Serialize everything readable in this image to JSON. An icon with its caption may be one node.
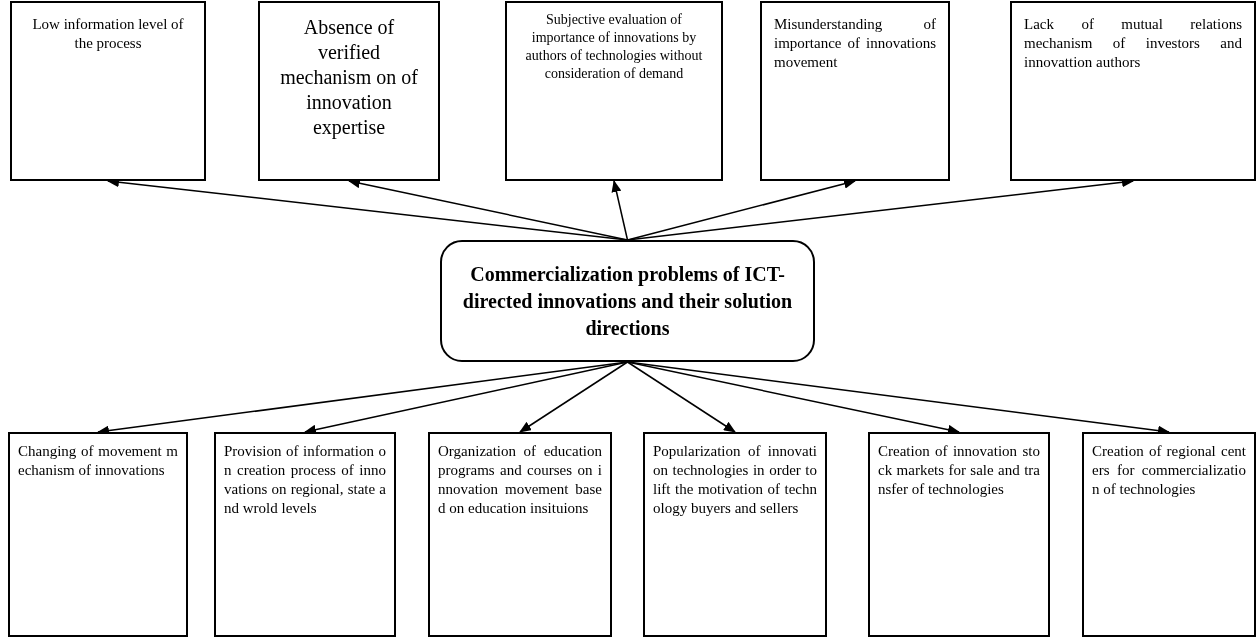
{
  "diagram": {
    "nodes": [
      {
        "text": [
          "Low information level of the process"
        ]
      },
      {
        "text": [
          "Absence of verified mechanism on of innovation expertise"
        ]
      },
      {
        "text": [
          "Subjective evaluation of importance of innovations by authors of technologies without consideration of demand"
        ]
      },
      {
        "text": [
          "Misunderstanding of importance of innovations movement"
        ]
      },
      {
        "text": [
          "Lack of mutual relations mechanism of investors and innovattion authors"
        ]
      },
      {
        "text": [
          "Commercialization problems of ICT-directed innovations and their solution directions"
        ]
      },
      {
        "text": [
          "Changing of movement mechanism of innovations"
        ]
      },
      {
        "text": [
          "Provision of information on creation process of innovations on regional, state and wrold levels"
        ]
      },
      {
        "text": [
          "Organization of education programs and courses on innovation movement based on education insituions"
        ]
      },
      {
        "text": [
          "Popularization of innovation technologies in order to lift the motivation of technology buyers and sellers"
        ]
      },
      {
        "text": [
          "Creation of innovation stock markets for sale and transfer of technologies"
        ]
      },
      {
        "text": [
          "Creation of regional centers for commercialization of technologies"
        ]
      }
    ],
    "edges": [
      {
        "from": 5,
        "to": 0,
        "arrow": "to"
      },
      {
        "from": 5,
        "to": 1,
        "arrow": "to"
      },
      {
        "from": 5,
        "to": 2,
        "arrow": "to"
      },
      {
        "from": 5,
        "to": 3,
        "arrow": "to"
      },
      {
        "from": 5,
        "to": 4,
        "arrow": "to"
      },
      {
        "from": 5,
        "to": 6,
        "arrow": "to"
      },
      {
        "from": 5,
        "to": 7,
        "arrow": "to"
      },
      {
        "from": 5,
        "to": 8,
        "arrow": "to"
      },
      {
        "from": 5,
        "to": 9,
        "arrow": "to"
      },
      {
        "from": 5,
        "to": 10,
        "arrow": "to"
      },
      {
        "from": 5,
        "to": 11,
        "arrow": "to"
      }
    ]
  }
}
